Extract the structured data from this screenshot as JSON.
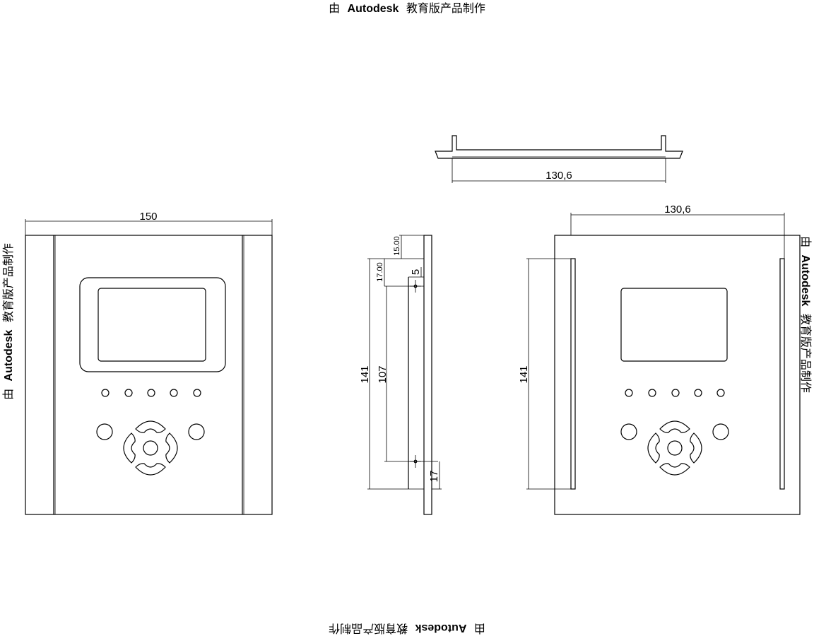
{
  "watermark": {
    "prefix": "由",
    "brand": "Autodesk",
    "suffix": "教育版产品制作"
  },
  "dimensions": {
    "front_width": "150",
    "top_width": "130,6",
    "rear_width": "130,6",
    "side_top_offset": "15.00",
    "side_hole_offset": "17.00",
    "side_small": "5",
    "side_height": "141",
    "side_hole_spacing": "107",
    "side_bottom": "17",
    "rear_height": "141"
  }
}
